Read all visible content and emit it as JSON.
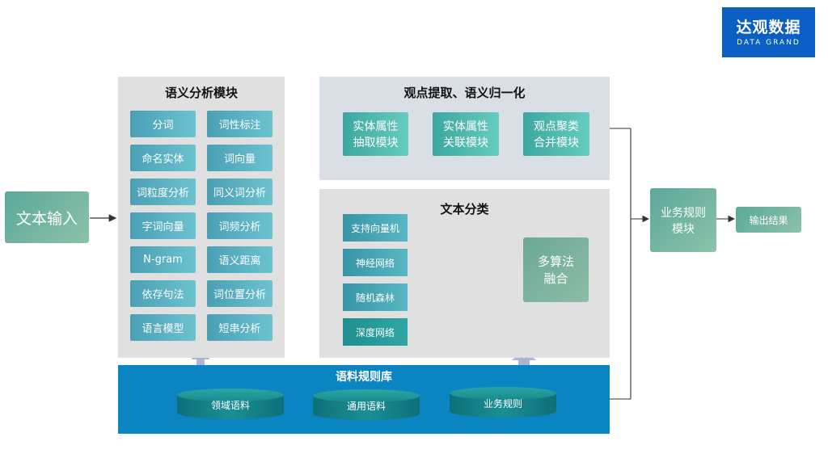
{
  "logo": {
    "cn": "达观数据",
    "en": "DATA GRAND"
  },
  "input_box": "文本输入",
  "semantic_module": {
    "title": "语义分析模块",
    "items": [
      [
        "分词",
        "词性标注"
      ],
      [
        "命名实体",
        "词向量"
      ],
      [
        "词粒度分析",
        "同义词分析"
      ],
      [
        "字词向量",
        "词频分析"
      ],
      [
        "N-gram",
        "语义距离"
      ],
      [
        "依存句法",
        "词位置分析"
      ],
      [
        "语言模型",
        "短串分析"
      ]
    ]
  },
  "viewpoint_module": {
    "title": "观点提取、语义归一化",
    "steps": [
      "实体属性\n抽取模块",
      "实体属性\n关联模块",
      "观点聚类\n合并模块"
    ]
  },
  "classification_module": {
    "title": "文本分类",
    "algorithms": [
      "支持向量机",
      "神经网络",
      "随机森林",
      "深度网络"
    ],
    "fusion": "多算法\n融合"
  },
  "corpus": {
    "title": "语料规则库",
    "items": [
      "领域语料",
      "通用语料",
      "业务规则"
    ]
  },
  "business_rule": "业务规则\n模块",
  "output": "输出结果"
}
